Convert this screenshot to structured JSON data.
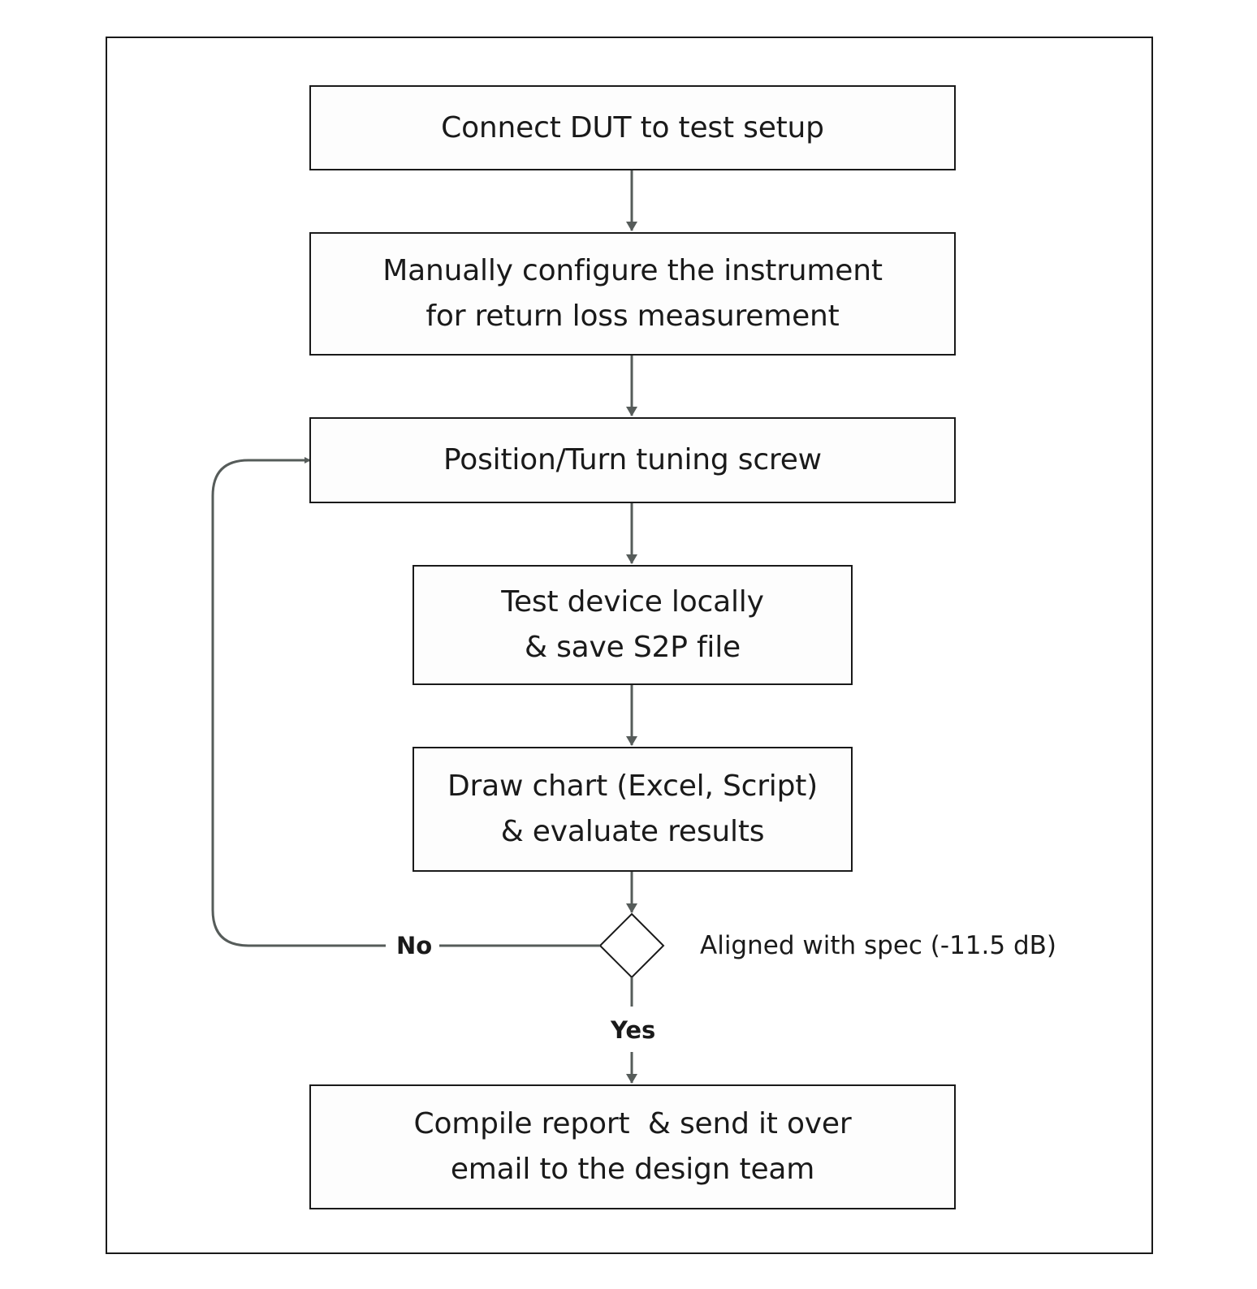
{
  "flow": {
    "step1": {
      "line1": "Connect DUT to test setup"
    },
    "step2": {
      "line1": "Manually configure the instrument",
      "line2": "for return loss measurement"
    },
    "step3": {
      "line1": "Position/Turn tuning screw"
    },
    "step4": {
      "line1": "Test device locally",
      "line2": "& save S2P file"
    },
    "step5": {
      "line1": "Draw chart (Excel, Script)",
      "line2": "& evaluate results"
    },
    "decision": {
      "label": "Aligned with spec (-11.5 dB)",
      "no_label": "No",
      "yes_label": "Yes"
    },
    "step6": {
      "line1": "Compile report  & send it over",
      "line2": "email to the design team"
    }
  },
  "colors": {
    "border": "#1a1a1a",
    "arrow": "#565c5a"
  }
}
